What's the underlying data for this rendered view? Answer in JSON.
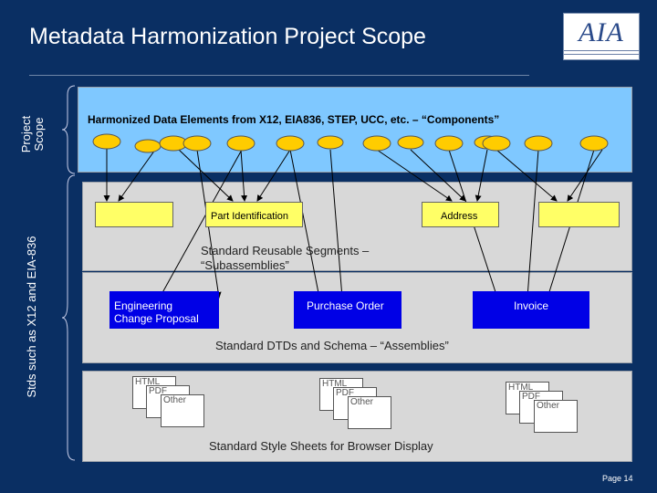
{
  "title": "Metadata Harmonization Project Scope",
  "page_label": "Page 14",
  "logo": {
    "text": "AIA"
  },
  "side_labels": {
    "project_scope_1": "Project",
    "project_scope_2": "Scope",
    "stds": "Stds such as X12 and EIA-836"
  },
  "components": {
    "label": "Harmonized Data Elements from X12, EIA836, STEP, UCC, etc. – “Components”"
  },
  "segments": {
    "part_identification": "Part Identification",
    "address": "Address",
    "label_line1": "Standard Reusable Segments –",
    "label_line2": "“Subassemblies”"
  },
  "assemblies": {
    "engineering_change_1": "Engineering",
    "engineering_change_2": "Change Proposal",
    "purchase_order": "Purchase Order",
    "invoice": "Invoice",
    "label": "Standard DTDs and Schema – “Assemblies”"
  },
  "stylesheets": {
    "doc_html": "HTML",
    "doc_pdf": "PDF",
    "doc_other": "Other",
    "label": "Standard Style Sheets for Browser Display"
  },
  "colors": {
    "background": "#0a2f63",
    "components_panel": "#7fc8ff",
    "gray_panel": "#d8d8d8",
    "ellipse": "#ffcc00",
    "yellow_box": "#ffff66",
    "blue_box": "#0000e6"
  }
}
